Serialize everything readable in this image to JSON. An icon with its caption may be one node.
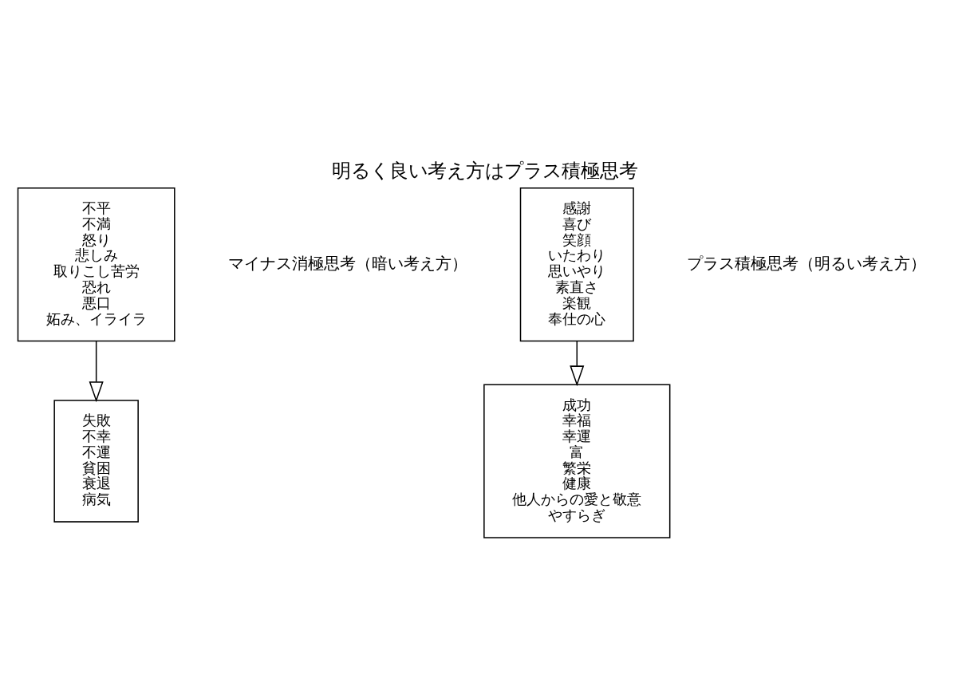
{
  "diagram": {
    "title": "明るく良い考え方はプラス積極思考",
    "nodes": [
      {
        "text": [
          "感謝",
          "喜び",
          "笑顔",
          "いたわり",
          "思いやり",
          "素直さ",
          "楽観",
          "奉仕の心"
        ]
      },
      {
        "text": [
          "成功",
          "幸福",
          "幸運",
          "富",
          "繁栄",
          "健康",
          "他人からの愛と敬意",
          "やすらぎ"
        ]
      },
      {
        "text": [
          "不平",
          "不満",
          "怒り",
          "悲しみ",
          "取りこし苦労",
          "恐れ",
          "悪口",
          "妬み、イライラ"
        ]
      },
      {
        "text": [
          "失敗",
          "不幸",
          "不運",
          "貧困",
          "衰退",
          "病気"
        ]
      }
    ],
    "edges": [
      {
        "from": 0,
        "to": 1,
        "arrow": "to"
      },
      {
        "from": 2,
        "to": 3,
        "arrow": "to"
      }
    ],
    "labels": [
      "プラス積極思考（明るい考え方）",
      "マイナス消極思考（暗い考え方）"
    ]
  }
}
